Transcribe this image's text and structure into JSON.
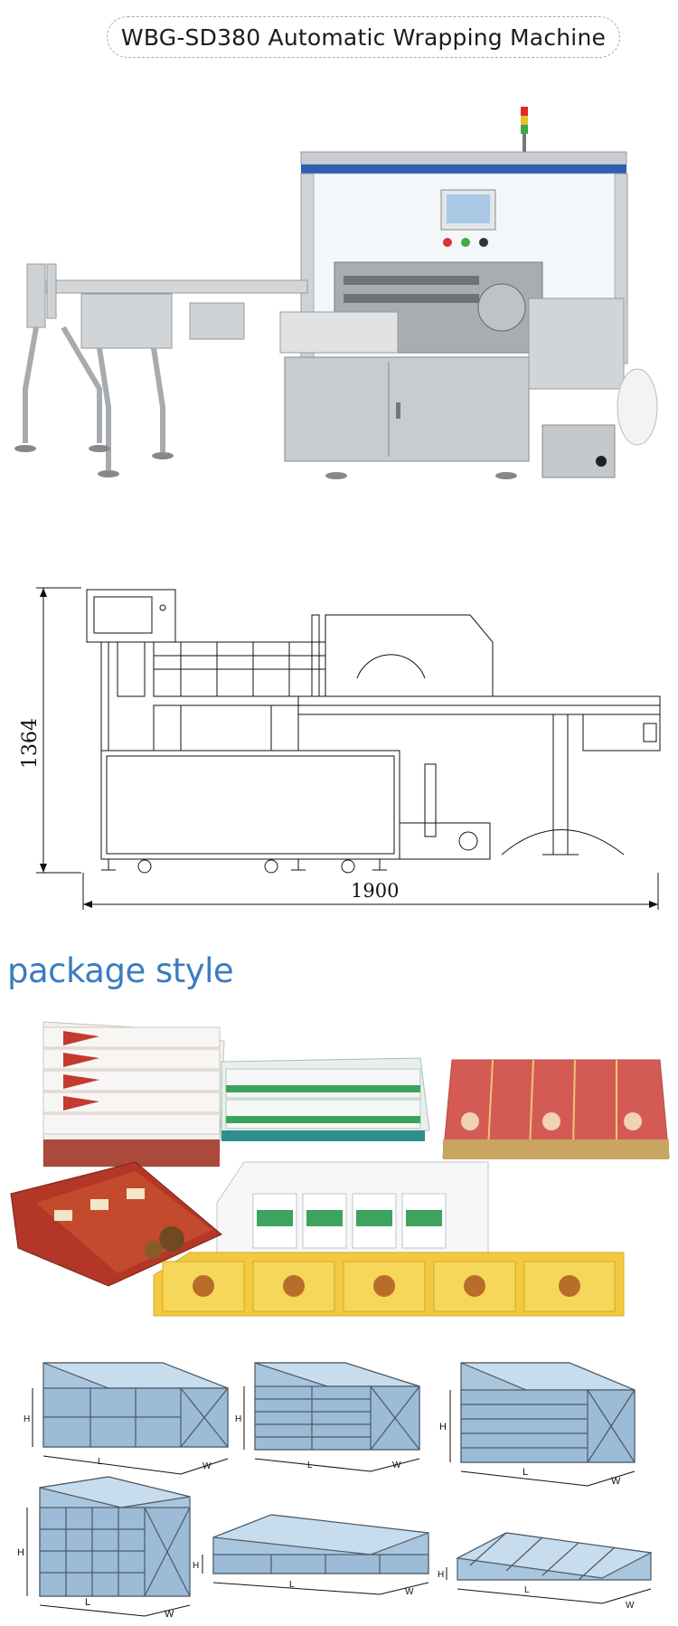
{
  "header": {
    "title": "WBG-SD380 Automatic Wrapping Machine"
  },
  "drawing": {
    "height_dim": "1364",
    "width_dim": "1900"
  },
  "package_section": {
    "heading": "package style"
  },
  "diagram_labels": {
    "h": "H",
    "l": "L",
    "w": "W"
  },
  "colors": {
    "heading_blue": "#3a7cc2",
    "box_blue": "#a9c6dd",
    "machine_steel": "#c7c9cc"
  }
}
